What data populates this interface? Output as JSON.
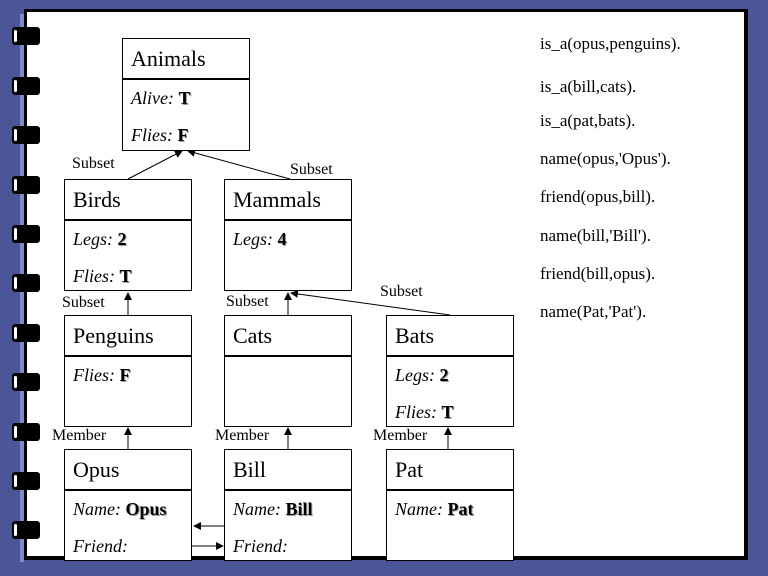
{
  "classes": [
    {
      "name": "Animals",
      "attrs": [
        {
          "k": "Alive:",
          "v": "T"
        },
        {
          "k": "Flies:",
          "v": "F"
        }
      ]
    },
    {
      "name": "Birds",
      "attrs": [
        {
          "k": "Legs:",
          "v": "2"
        },
        {
          "k": "Flies:",
          "v": "T"
        }
      ]
    },
    {
      "name": "Mammals",
      "attrs": [
        {
          "k": "Legs:",
          "v": "4"
        }
      ]
    },
    {
      "name": "Penguins",
      "attrs": [
        {
          "k": "Flies:",
          "v": "F"
        }
      ]
    },
    {
      "name": "Cats",
      "attrs": []
    },
    {
      "name": "Bats",
      "attrs": [
        {
          "k": "Legs:",
          "v": "2"
        },
        {
          "k": "Flies:",
          "v": "T"
        }
      ]
    }
  ],
  "instances": [
    {
      "name": "Opus",
      "attrs": [
        {
          "k": "Name:",
          "v": "Opus"
        },
        {
          "k": "Friend:",
          "v": ""
        }
      ]
    },
    {
      "name": "Bill",
      "attrs": [
        {
          "k": "Name:",
          "v": "Bill"
        },
        {
          "k": "Friend:",
          "v": ""
        }
      ]
    },
    {
      "name": "Pat",
      "attrs": [
        {
          "k": "Name:",
          "v": "Pat"
        }
      ]
    }
  ],
  "labels": {
    "subset": "Subset",
    "member": "Member"
  },
  "facts": [
    "is_a(opus,penguins).",
    "is_a(bill,cats).",
    "is_a(pat,bats).",
    "name(opus,'Opus').",
    "friend(opus,bill).",
    "name(bill,'Bill').",
    "friend(bill,opus).",
    "name(Pat,'Pat')."
  ]
}
